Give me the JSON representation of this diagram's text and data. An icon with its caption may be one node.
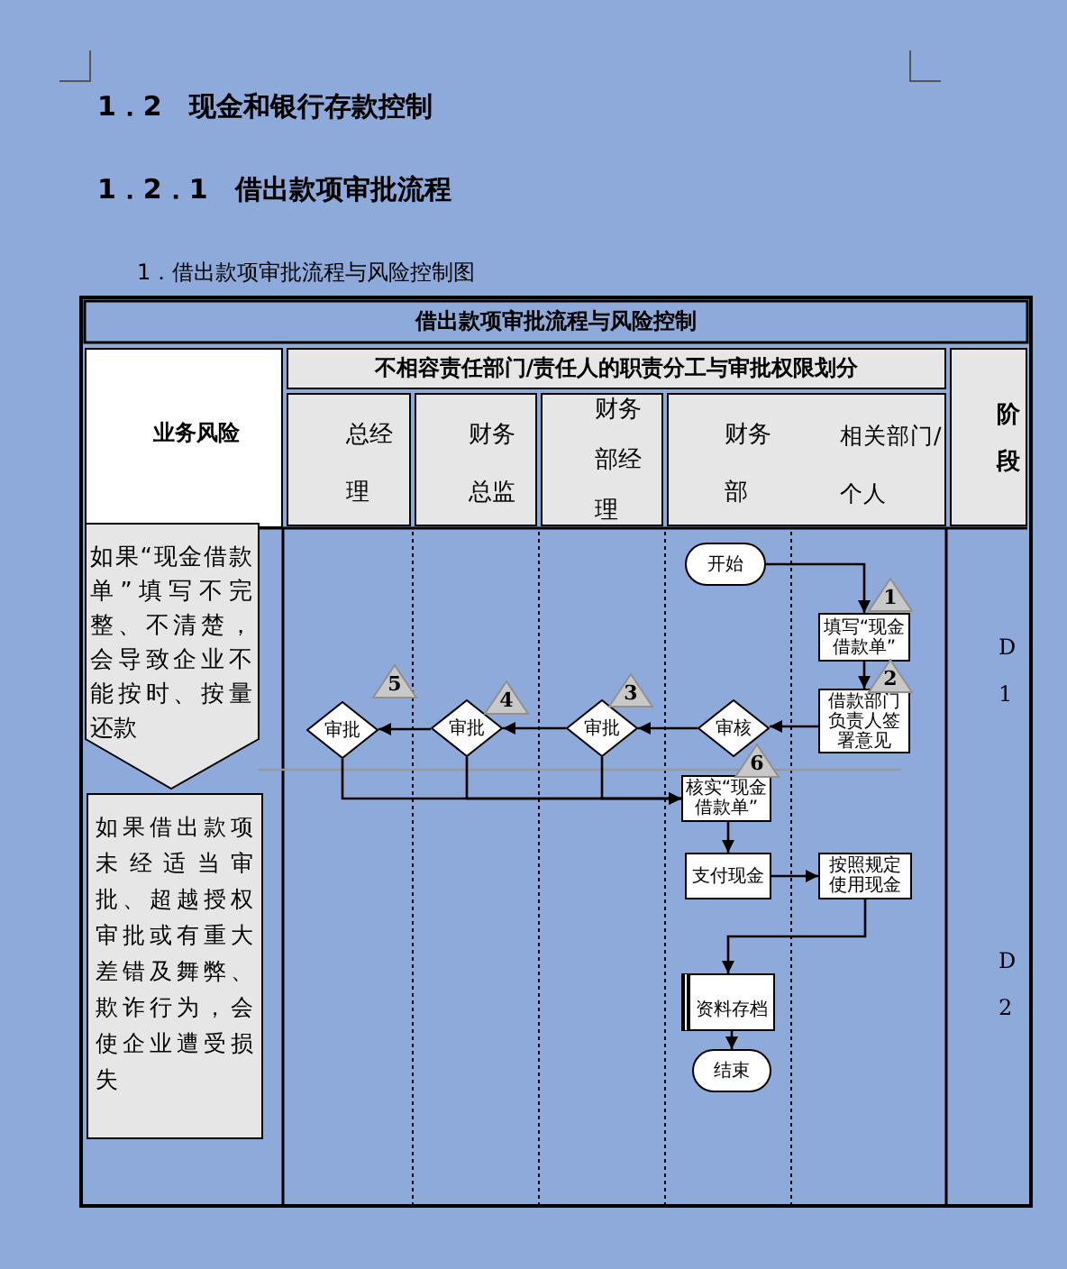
{
  "diagram": {
    "nodes": [
      {
        "text": [
          "开始"
        ]
      },
      {
        "text": [
          "填写“现金借款单”"
        ],
        "beside": [
          "1"
        ]
      },
      {
        "text": [
          "借款部门负责人签署意见"
        ],
        "beside": [
          "2"
        ]
      },
      {
        "text": [
          "审核"
        ]
      },
      {
        "text": [
          "审批"
        ],
        "beside": [
          "3"
        ]
      },
      {
        "text": [
          "审批"
        ],
        "beside": [
          "4"
        ]
      },
      {
        "text": [
          "审批"
        ],
        "beside": [
          "5"
        ]
      },
      {
        "text": [
          "核实“现金借款单”"
        ],
        "beside": [
          "6"
        ]
      },
      {
        "text": [
          "支付现金"
        ]
      },
      {
        "text": [
          "按照规定使用现金"
        ]
      },
      {
        "text": [
          "资料存档"
        ]
      },
      {
        "text": [
          "结束"
        ]
      },
      {
        "text": [
          "如果“现金借款单”填写不完整、不清楚，会导致企业不能按时、按量还款"
        ]
      },
      {
        "text": [
          "如果借出款项未经适当审批、超越授权审批或有重大差错及舞弊、欺诈行为，会使企业遭受损失"
        ]
      }
    ],
    "edges": [
      {
        "from": 0,
        "to": 1,
        "arrow": "to"
      },
      {
        "from": 1,
        "to": 2,
        "arrow": "to"
      },
      {
        "from": 2,
        "to": 3,
        "arrow": "to"
      },
      {
        "from": 3,
        "to": 4,
        "arrow": "to"
      },
      {
        "from": 4,
        "to": 5,
        "arrow": "to"
      },
      {
        "from": 5,
        "to": 6,
        "arrow": "to"
      },
      {
        "from": 6,
        "to": 7,
        "arrow": "to"
      },
      {
        "from": 5,
        "to": 7,
        "arrow": "to"
      },
      {
        "from": 4,
        "to": 7,
        "arrow": "to"
      },
      {
        "from": 7,
        "to": 8,
        "arrow": "to"
      },
      {
        "from": 8,
        "to": 9,
        "arrow": "to"
      },
      {
        "from": 9,
        "to": 10,
        "arrow": "to"
      },
      {
        "from": 10,
        "to": 11,
        "arrow": "to"
      }
    ],
    "labels": [
      "1．2　现金和银行存款控制",
      "1．2．1　借出款项审批流程",
      "1．借出款项审批流程与风险控制图",
      "借出款项审批流程与风险控制",
      "业务风险",
      "不相容责任部门/责任人的职责分工与审批权限划分",
      "阶段",
      "总经理",
      "财务总监",
      "财务部经理",
      "财务部",
      "相关部门/个人",
      "D 1",
      "D 2"
    ]
  }
}
